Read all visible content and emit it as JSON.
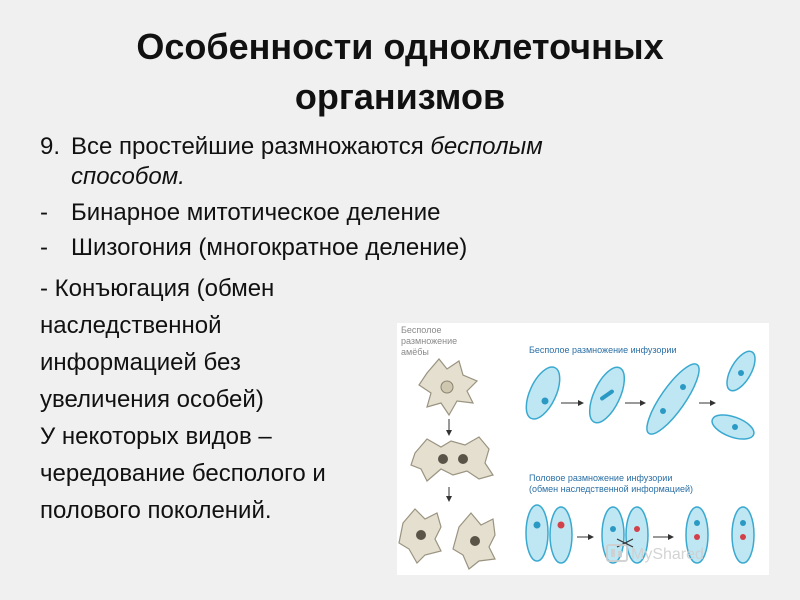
{
  "title": {
    "line1": "Особенности одноклеточных",
    "line2": "организмов"
  },
  "point9": {
    "number": "9.",
    "text_plain": "Все простейшие размножаются ",
    "text_italic_1": "бесполым",
    "text_italic_2": "способом."
  },
  "bullets": [
    {
      "dash": "-",
      "text": "Бинарное митотическое деление"
    },
    {
      "dash": "-",
      "text": "Шизогония (многократное деление)"
    }
  ],
  "conjugation_lines": [
    "- Конъюгация (обмен",
    "наследственной",
    "информацией без",
    "увеличения особей)",
    "У некоторых видов –",
    "чередование бесполого и",
    "полового поколений."
  ],
  "figure": {
    "label_amoeba_1": "Бесполое",
    "label_amoeba_2": "размножение",
    "label_amoeba_3": "амёбы",
    "label_asexual_infusoria": "Бесполое размножение инфузории",
    "label_sexual_infusoria_1": "Половое размножение инфузории",
    "label_sexual_infusoria_2": "(обмен наследственной информацией)",
    "watermark": "MyShared",
    "colors": {
      "cell_fill": "#bfe6f3",
      "cell_stroke": "#3aa9cf",
      "amoeba_fill": "#e4dfcf",
      "amoeba_stroke": "#9a9380",
      "nucleus_red": "#d2404a",
      "arrow": "#333333"
    }
  }
}
